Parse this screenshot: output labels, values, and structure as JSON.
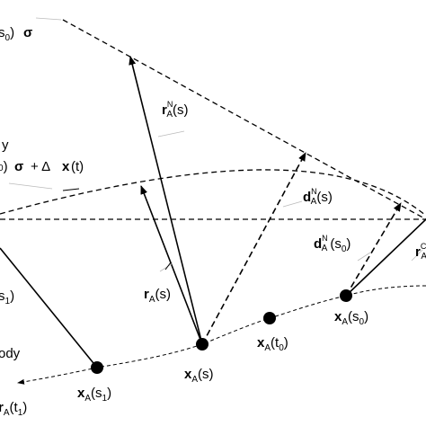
{
  "labels": {
    "top_left_frag": "s",
    "top_left_frag_sub": "0",
    "top_left_paren": ")",
    "sigma_top": "σ",
    "rN": "r",
    "rN_sup": "N",
    "rN_sub": "A",
    "rN_arg": "(s)",
    "y_frag": "y",
    "mid_left_sub": "0",
    "mid_left_paren": ")",
    "sigma_mid": "σ",
    "plus_delta": "+ Δ",
    "x_bold": "x",
    "t_arg": "(t)",
    "dN": "d",
    "dN_sup": "N",
    "dN_sub": "A",
    "dN_arg": "(s)",
    "dN0": "d",
    "dN0_sup": "N",
    "dN0_sub": "A",
    "dN0_arg": "(s",
    "dN0_argsub": "0",
    "dN0_close": ")",
    "rA": "r",
    "rA_sub": "A",
    "rA_arg": "(s)",
    "rC": "r",
    "rC_sup": "C",
    "rC_sub": "A",
    "s1_frag": "s",
    "s1_frag_sub": "1",
    "s1_frag_close": ")",
    "body_frag": "ody",
    "xA_s0": "x",
    "xA_s0_sub": "A",
    "xA_s0_arg": "(s",
    "xA_s0_argsub": "0",
    "xA_s0_close": ")",
    "xA_t0": "x",
    "xA_t0_sub": "A",
    "xA_t0_arg": "(t",
    "xA_t0_argsub": "0",
    "xA_t0_close": ")",
    "xA_s": "x",
    "xA_s_sub": "A",
    "xA_s_arg": "(s)",
    "xA_s1": "x",
    "xA_s1_sub": "A",
    "xA_s1_arg": "(s",
    "xA_s1_argsub": "1",
    "xA_s1_close": ")",
    "xA_t1_frag": "r",
    "xA_t1_sub": "A",
    "xA_t1_arg": "(t",
    "xA_t1_argsub": "1",
    "xA_t1_close": ")"
  }
}
